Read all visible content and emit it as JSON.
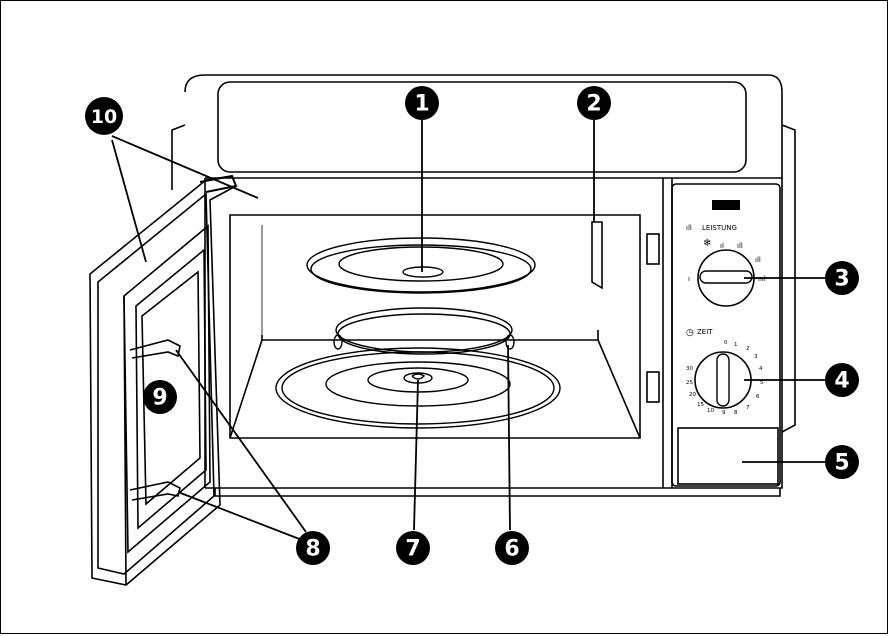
{
  "diagram": {
    "callouts": [
      {
        "id": "1",
        "label": "1"
      },
      {
        "id": "2",
        "label": "2"
      },
      {
        "id": "3",
        "label": "3"
      },
      {
        "id": "4",
        "label": "4"
      },
      {
        "id": "5",
        "label": "5"
      },
      {
        "id": "6",
        "label": "6"
      },
      {
        "id": "7",
        "label": "7"
      },
      {
        "id": "8",
        "label": "8"
      },
      {
        "id": "9",
        "label": "9"
      },
      {
        "id": "10",
        "label": "10"
      }
    ],
    "control_panel": {
      "power_label": "LEISTUNG",
      "power_bars_prefix": "ıll",
      "power_marks": [
        "ı",
        "ıl",
        "ıll",
        "ıııl"
      ],
      "defrost_symbol": "❄",
      "timer_label": "ZEIT",
      "timer_marks": [
        "0",
        "1",
        "2",
        "3",
        "4",
        "5",
        "6",
        "7",
        "8",
        "9",
        "10",
        "15",
        "20",
        "25",
        "30"
      ]
    }
  }
}
